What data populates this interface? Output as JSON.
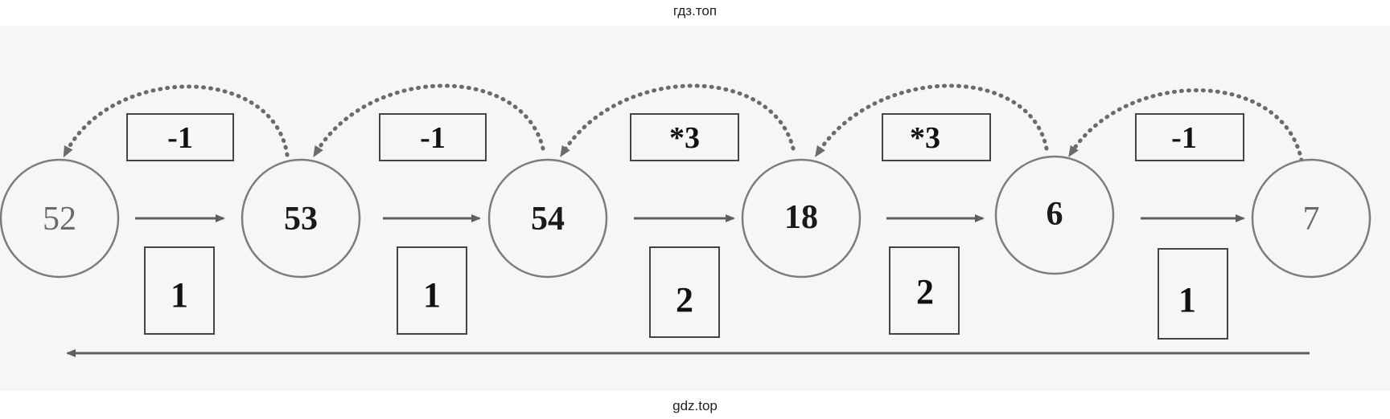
{
  "site_top": "гдз.топ",
  "site_bottom": "gdz.top",
  "numbers": [
    "52",
    "53",
    "54",
    "18",
    "6",
    "7"
  ],
  "commands": [
    "-1",
    "-1",
    "*3",
    "*3",
    "-1"
  ],
  "command_ids": [
    "1",
    "1",
    "2",
    "2",
    "1"
  ],
  "colors": {
    "circle_stroke": "#7d7d7d",
    "arrow": "#5f5f5f",
    "dotted_arc": "#6b6b6b",
    "scan_background": "#f6f6f6"
  }
}
